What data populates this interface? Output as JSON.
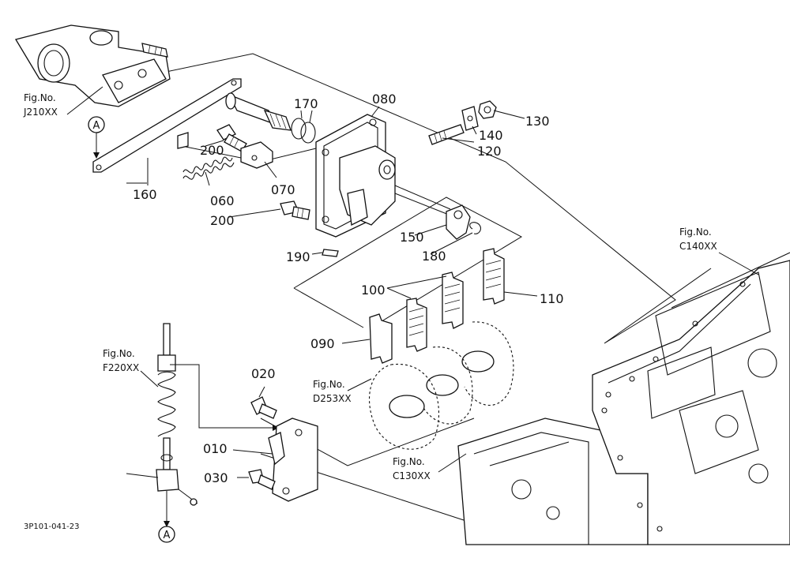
{
  "parts": {
    "p010": "010",
    "p020": "020",
    "p030": "030",
    "p060": "060",
    "p070": "070",
    "p080": "080",
    "p090": "090",
    "p100": "100",
    "p110": "110",
    "p120": "120",
    "p130": "130",
    "p140": "140",
    "p150": "150",
    "p160": "160",
    "p170": "170",
    "p180": "180",
    "p190": "190",
    "p200a": "200",
    "p200b": "200"
  },
  "figure_refs": {
    "j210": {
      "label": "Fig.No.",
      "code": "J210XX"
    },
    "c140": {
      "label": "Fig.No.",
      "code": "C140XX"
    },
    "f220": {
      "label": "Fig.No.",
      "code": "F220XX"
    },
    "d253": {
      "label": "Fig.No.",
      "code": "D253XX"
    },
    "c130": {
      "label": "Fig.No.",
      "code": "C130XX"
    }
  },
  "connector_marks": {
    "top": "A",
    "bottom": "A"
  },
  "diagram_code": "3P101-041-23"
}
